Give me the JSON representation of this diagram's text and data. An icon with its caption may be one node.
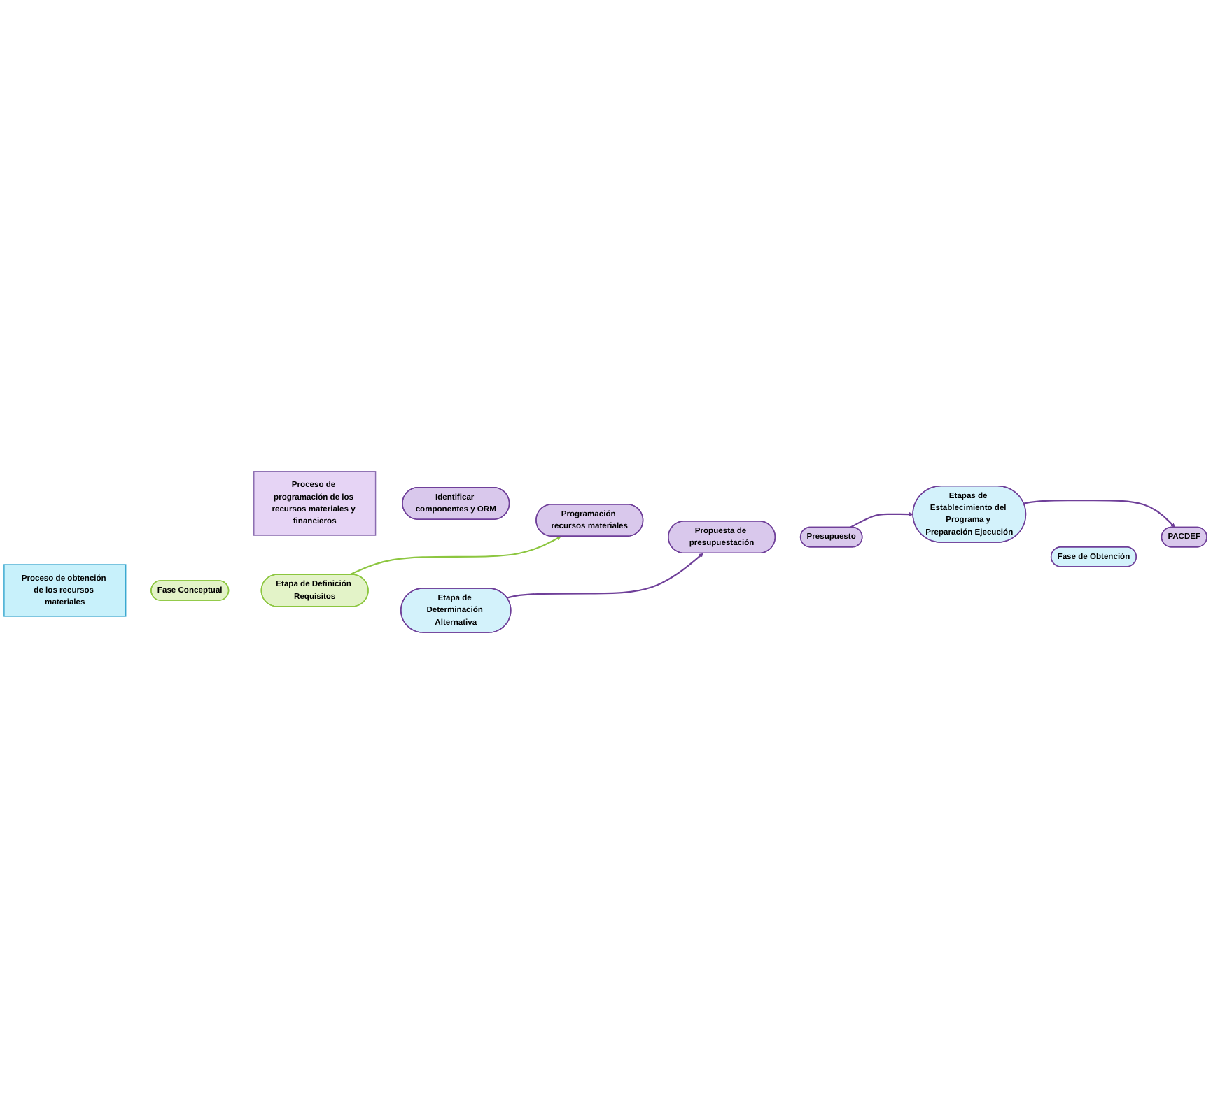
{
  "diagram": {
    "nodes": [
      {
        "text": [
          "Proceso de programación de los recursos materiales y financieros"
        ]
      },
      {
        "text": [
          "Identificar componentes y ORM"
        ]
      },
      {
        "text": [
          "Programación recursos materiales"
        ]
      },
      {
        "text": [
          "Propuesta de presupuestación"
        ]
      },
      {
        "text": [
          "Presupuesto"
        ]
      },
      {
        "text": [
          "PACDEF"
        ]
      },
      {
        "text": [
          "Fase Conceptual"
        ]
      },
      {
        "text": [
          "Etapa de Definición Requisitos"
        ]
      },
      {
        "text": [
          "Etapa de Determinación Alternativa"
        ]
      },
      {
        "text": [
          "Etapas de Establecimiento del Programa y Preparación Ejecución"
        ]
      },
      {
        "text": [
          "Fase de Obtención"
        ]
      },
      {
        "text": [
          "Proceso de obtención de los recursos materiales"
        ]
      }
    ],
    "edges": [
      {
        "from": 7,
        "to": 2,
        "arrow": "to",
        "color": "#8cc63f"
      },
      {
        "from": 8,
        "to": 3,
        "arrow": "to"
      },
      {
        "from": 4,
        "to": 9,
        "arrow": "to"
      },
      {
        "from": 9,
        "to": 5,
        "arrow": "to"
      }
    ]
  }
}
